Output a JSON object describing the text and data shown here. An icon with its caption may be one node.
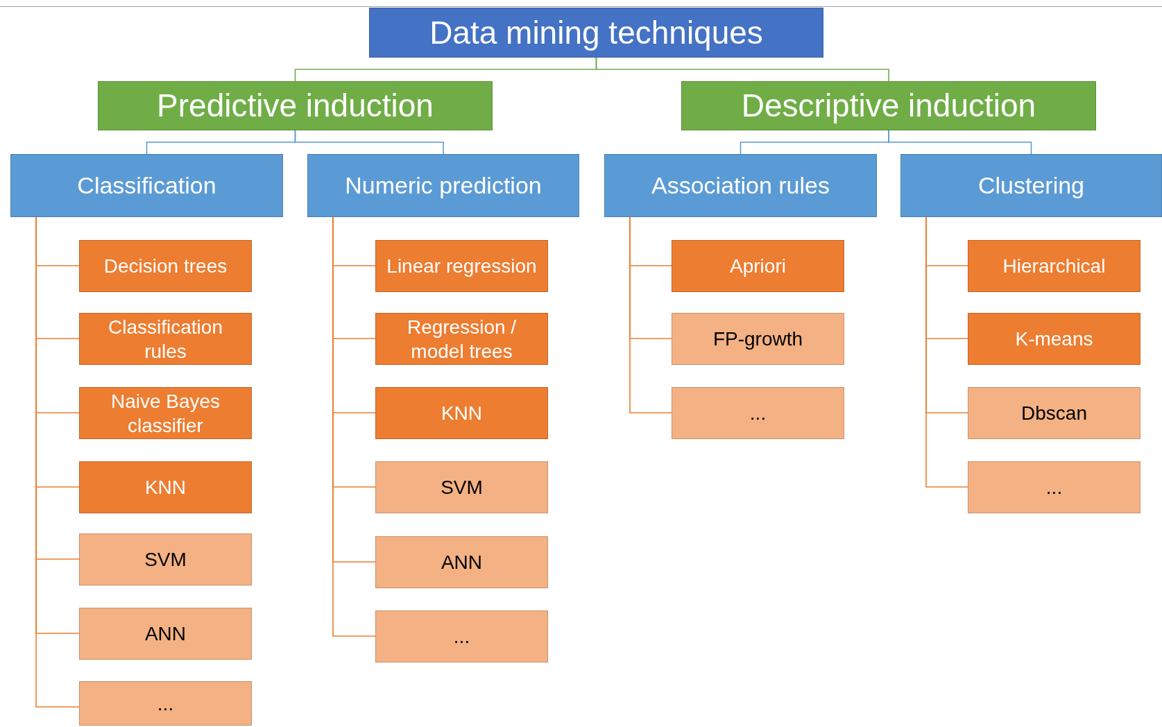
{
  "diagram": {
    "nodes": [
      {
        "text": [
          "Data mining techniques"
        ]
      },
      {
        "text": [
          "Predictive induction"
        ]
      },
      {
        "text": [
          "Descriptive induction"
        ]
      },
      {
        "text": [
          "Classification"
        ]
      },
      {
        "text": [
          "Numeric prediction"
        ]
      },
      {
        "text": [
          "Association rules"
        ]
      },
      {
        "text": [
          "Clustering"
        ]
      },
      {
        "text": [
          "Decision trees"
        ]
      },
      {
        "text": [
          "Classification rules"
        ]
      },
      {
        "text": [
          "Naive Bayes classifier"
        ]
      },
      {
        "text": [
          "KNN"
        ]
      },
      {
        "text": [
          "SVM"
        ]
      },
      {
        "text": [
          "ANN"
        ]
      },
      {
        "text": [
          "..."
        ]
      },
      {
        "text": [
          "Linear regression"
        ]
      },
      {
        "text": [
          "Regression / model trees"
        ]
      },
      {
        "text": [
          "KNN"
        ]
      },
      {
        "text": [
          "SVM"
        ]
      },
      {
        "text": [
          "ANN"
        ]
      },
      {
        "text": [
          "..."
        ]
      },
      {
        "text": [
          "Apriori"
        ]
      },
      {
        "text": [
          "FP-growth"
        ]
      },
      {
        "text": [
          "..."
        ]
      },
      {
        "text": [
          "Hierarchical"
        ]
      },
      {
        "text": [
          "K-means"
        ]
      },
      {
        "text": [
          "Dbscan"
        ]
      },
      {
        "text": [
          "..."
        ]
      }
    ],
    "edges": [
      {
        "from": 0,
        "to": 1,
        "arrow": "none",
        "color": "#70ad47"
      },
      {
        "from": 0,
        "to": 2,
        "arrow": "none",
        "color": "#70ad47"
      },
      {
        "from": 1,
        "to": 3,
        "arrow": "none",
        "color": "#5b9bd5"
      },
      {
        "from": 1,
        "to": 4,
        "arrow": "none",
        "color": "#5b9bd5"
      },
      {
        "from": 2,
        "to": 5,
        "arrow": "none",
        "color": "#5b9bd5"
      },
      {
        "from": 2,
        "to": 6,
        "arrow": "none",
        "color": "#5b9bd5"
      },
      {
        "from": 3,
        "to": 7,
        "arrow": "none"
      },
      {
        "from": 3,
        "to": 8,
        "arrow": "none"
      },
      {
        "from": 3,
        "to": 9,
        "arrow": "none"
      },
      {
        "from": 3,
        "to": 10,
        "arrow": "none"
      },
      {
        "from": 3,
        "to": 11,
        "arrow": "none"
      },
      {
        "from": 3,
        "to": 12,
        "arrow": "none"
      },
      {
        "from": 3,
        "to": 13,
        "arrow": "none"
      },
      {
        "from": 4,
        "to": 14,
        "arrow": "none"
      },
      {
        "from": 4,
        "to": 15,
        "arrow": "none"
      },
      {
        "from": 4,
        "to": 16,
        "arrow": "none"
      },
      {
        "from": 4,
        "to": 17,
        "arrow": "none"
      },
      {
        "from": 4,
        "to": 18,
        "arrow": "none"
      },
      {
        "from": 4,
        "to": 19,
        "arrow": "none"
      },
      {
        "from": 5,
        "to": 20,
        "arrow": "none"
      },
      {
        "from": 5,
        "to": 21,
        "arrow": "none"
      },
      {
        "from": 5,
        "to": 22,
        "arrow": "none"
      },
      {
        "from": 6,
        "to": 23,
        "arrow": "none"
      },
      {
        "from": 6,
        "to": 24,
        "arrow": "none"
      },
      {
        "from": 6,
        "to": 25,
        "arrow": "none"
      },
      {
        "from": 6,
        "to": 26,
        "arrow": "none"
      }
    ]
  }
}
